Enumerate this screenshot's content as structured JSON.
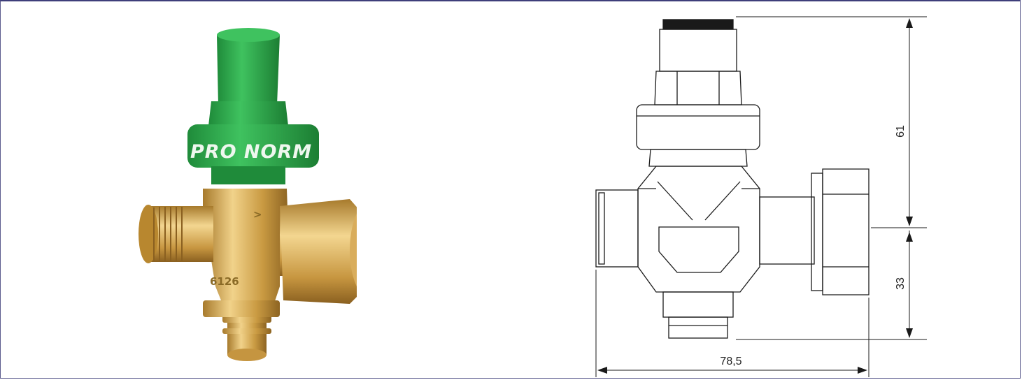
{
  "photo": {
    "brand_text": "PRO NORM",
    "flow_arrow": ">",
    "body_stamp": "6126"
  },
  "drawing": {
    "dim_height_upper": "61",
    "dim_height_lower": "33",
    "dim_width": "78,5"
  },
  "colors": {
    "frame": "#3e3e7a",
    "cap_green": "#2ea84a",
    "brass": "#c99a42",
    "line": "#1a1a1a"
  }
}
